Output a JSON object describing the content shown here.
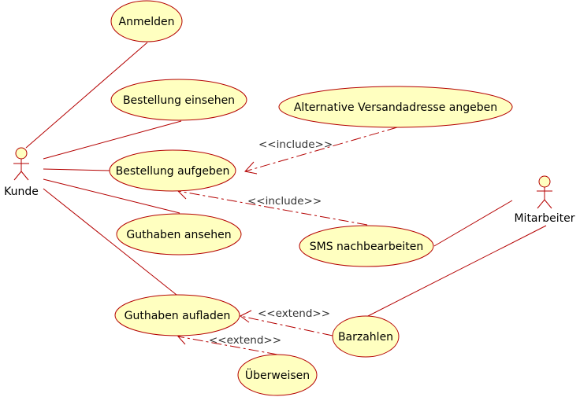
{
  "actors": {
    "kunde": "Kunde",
    "mitarbeiter": "Mitarbeiter"
  },
  "use_cases": {
    "anmelden": "Anmelden",
    "bestellung_einsehen": "Bestellung einsehen",
    "alternative_versandadresse": "Alternative Versandadresse angeben",
    "bestellung_aufgeben": "Bestellung aufgeben",
    "sms_nachbearbeiten": "SMS nachbearbeiten",
    "guthaben_ansehen": "Guthaben ansehen",
    "guthaben_aufladen": "Guthaben aufladen",
    "barzahlen": "Barzahlen",
    "ueberweisen": "Überweisen"
  },
  "relations": {
    "include_versand": "<<include>>",
    "include_sms": "<<include>>",
    "extend_barzahlen": "<<extend>>",
    "extend_ueberweisen": "<<extend>>"
  },
  "colors": {
    "line": "#b40000",
    "fill": "#ffffc0"
  }
}
